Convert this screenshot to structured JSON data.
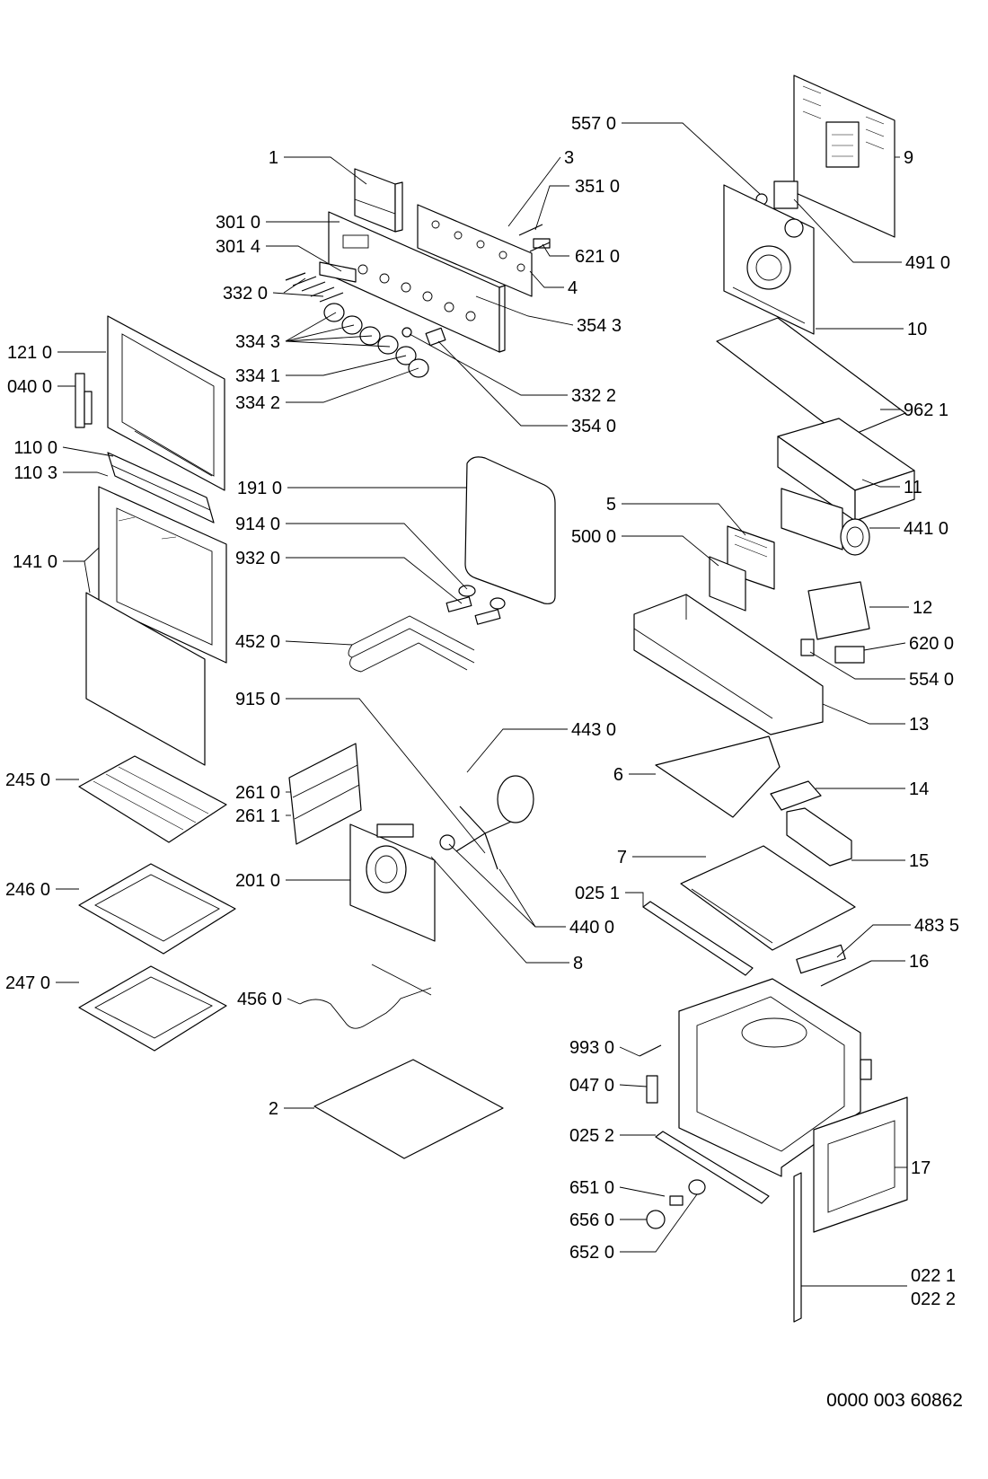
{
  "diagram": {
    "document_number": "0000 003 60862",
    "callouts": [
      {
        "id": "l1",
        "text": "1"
      },
      {
        "id": "l3",
        "text": "3"
      },
      {
        "id": "l3010",
        "text": "301 0"
      },
      {
        "id": "l3014",
        "text": "301 4"
      },
      {
        "id": "l3320",
        "text": "332 0"
      },
      {
        "id": "l3343",
        "text": "334 3"
      },
      {
        "id": "l3341",
        "text": "334 1"
      },
      {
        "id": "l3342",
        "text": "334 2"
      },
      {
        "id": "l3510",
        "text": "351 0"
      },
      {
        "id": "l6210",
        "text": "621 0"
      },
      {
        "id": "l4",
        "text": "4"
      },
      {
        "id": "l3543",
        "text": "354 3"
      },
      {
        "id": "l3322",
        "text": "332 2"
      },
      {
        "id": "l3540",
        "text": "354 0"
      },
      {
        "id": "l5570",
        "text": "557 0"
      },
      {
        "id": "l9",
        "text": "9"
      },
      {
        "id": "l4910",
        "text": "491 0"
      },
      {
        "id": "l10",
        "text": "10"
      },
      {
        "id": "l9621",
        "text": "962 1"
      },
      {
        "id": "l11",
        "text": "11"
      },
      {
        "id": "l4410",
        "text": "441 0"
      },
      {
        "id": "l5",
        "text": "5"
      },
      {
        "id": "l5000",
        "text": "500 0"
      },
      {
        "id": "l12",
        "text": "12"
      },
      {
        "id": "l6200",
        "text": "620 0"
      },
      {
        "id": "l5540",
        "text": "554 0"
      },
      {
        "id": "l13",
        "text": "13"
      },
      {
        "id": "l1210",
        "text": "121 0"
      },
      {
        "id": "l0400",
        "text": "040 0"
      },
      {
        "id": "l1100",
        "text": "110 0"
      },
      {
        "id": "l1103",
        "text": "110 3"
      },
      {
        "id": "l1410",
        "text": "141 0"
      },
      {
        "id": "l1910",
        "text": "191 0"
      },
      {
        "id": "l9140",
        "text": "914 0"
      },
      {
        "id": "l9320",
        "text": "932 0"
      },
      {
        "id": "l4520",
        "text": "452 0"
      },
      {
        "id": "l9150",
        "text": "915 0"
      },
      {
        "id": "l4430",
        "text": "443 0"
      },
      {
        "id": "l6",
        "text": "6"
      },
      {
        "id": "l14",
        "text": "14"
      },
      {
        "id": "l2450",
        "text": "245 0"
      },
      {
        "id": "l2610",
        "text": "261 0"
      },
      {
        "id": "l2611",
        "text": "261 1"
      },
      {
        "id": "l7",
        "text": "7"
      },
      {
        "id": "l15",
        "text": "15"
      },
      {
        "id": "l2460",
        "text": "246 0"
      },
      {
        "id": "l2010",
        "text": "201 0"
      },
      {
        "id": "l0251",
        "text": "025 1"
      },
      {
        "id": "l4400",
        "text": "440 0"
      },
      {
        "id": "l4835",
        "text": "483 5"
      },
      {
        "id": "l2470",
        "text": "247 0"
      },
      {
        "id": "l8",
        "text": "8"
      },
      {
        "id": "l16",
        "text": "16"
      },
      {
        "id": "l4560",
        "text": "456 0"
      },
      {
        "id": "l9930",
        "text": "993 0"
      },
      {
        "id": "l0470",
        "text": "047 0"
      },
      {
        "id": "l2",
        "text": "2"
      },
      {
        "id": "l0252",
        "text": "025 2"
      },
      {
        "id": "l17",
        "text": "17"
      },
      {
        "id": "l6510",
        "text": "651 0"
      },
      {
        "id": "l6560",
        "text": "656 0"
      },
      {
        "id": "l6520",
        "text": "652 0"
      },
      {
        "id": "l0221",
        "text": "022 1"
      },
      {
        "id": "l0222",
        "text": "022 2"
      }
    ]
  }
}
